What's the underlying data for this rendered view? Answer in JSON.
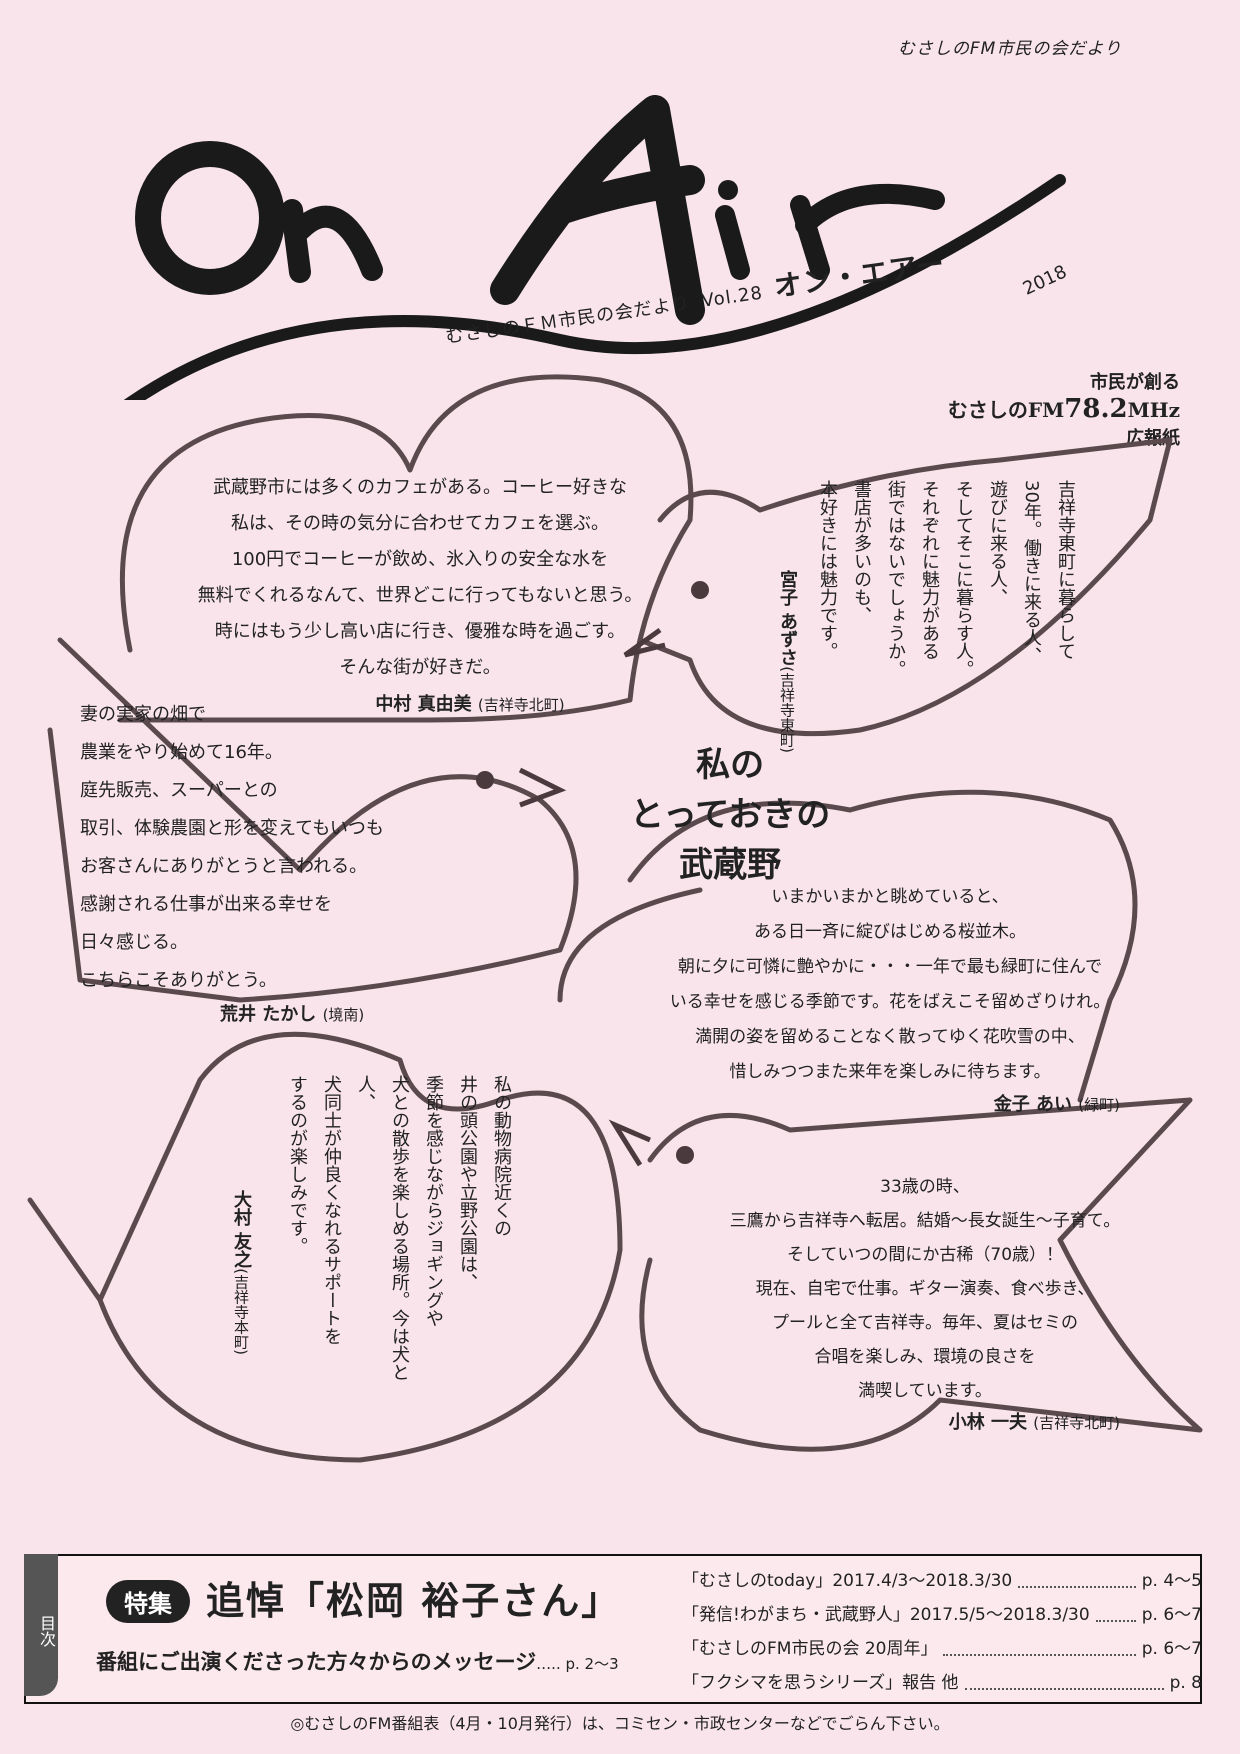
{
  "header": {
    "tagline": "むさしのFM市民の会だより",
    "logo_text": "On Air",
    "subtitle": "むさしのＦＭ市民の会だより",
    "vol": "Vol.28",
    "kana": "オン・エアー",
    "year": "2018"
  },
  "station": {
    "line1": "市民が創る",
    "line2_prefix": "むさしのFM",
    "line2_freq": "78.2",
    "line2_unit": "MHz",
    "line3": "広報紙"
  },
  "feature": {
    "line1": "私の",
    "line2": "とっておきの",
    "line3": "武蔵野"
  },
  "messages": {
    "nakamura": {
      "text": "武蔵野市には多くのカフェがある。コーヒー好きな\n私は、その時の気分に合わせてカフェを選ぶ。\n100円でコーヒーが飲め、氷入りの安全な水を\n無料でくれるなんて、世界どこに行ってもないと思う。\n時にはもう少し高い店に行き、優雅な時を過ごす。\nそんな街が好きだ。",
      "name": "中村 真由美",
      "area": "(吉祥寺北町)"
    },
    "miyako": {
      "text": "吉祥寺東町に暮らして\n30年。働きに来る人、\n遊びに来る人、\nそしてそこに暮らす人。\nそれぞれに魅力がある\n街ではないでしょうか。\n書店が多いのも、\n本好きには魅力です。",
      "name": "宮子 あずさ",
      "area": "(吉祥寺東町)"
    },
    "arai": {
      "text": "妻の実家の畑で\n農業をやり始めて16年。\n庭先販売、スーパーとの\n取引、体験農園と形を変えてもいつも\nお客さんにありがとうと言われる。\n感謝される仕事が出来る幸せを\n日々感じる。\nこちらこそありがとう。",
      "name": "荒井 たかし",
      "area": "(境南)"
    },
    "kaneko": {
      "text": "いまかいまかと眺めていると、\nある日一斉に綻びはじめる桜並木。\n朝に夕に可憐に艶やかに・・・一年で最も緑町に住んで\nいる幸せを感じる季節です。花をばえこそ留めざりけれ。\n満開の姿を留めることなく散ってゆく花吹雪の中、\n惜しみつつまた来年を楽しみに待ちます。",
      "name": "金子 あい",
      "area": "(緑町)"
    },
    "omura": {
      "text": "私の動物病院近くの\n井の頭公園や立野公園は、\n季節を感じながらジョギングや\n犬との散歩を楽しめる場所。今は犬と人、\n犬同士が仲良くなれるサポートを\nするのが楽しみです。",
      "name": "大村 友之",
      "area": "(吉祥寺本町)"
    },
    "kobayashi": {
      "text": "33歳の時、\n三鷹から吉祥寺へ転居。結婚～長女誕生～子育て。\nそしていつの間にか古稀（70歳）！\n現在、自宅で仕事。ギター演奏、食べ歩き、\nプールと全て吉祥寺。毎年、夏はセミの\n合唱を楽しみ、環境の良さを\n満喫しています。",
      "name": "小林 一夫",
      "area": "(吉祥寺北町)"
    }
  },
  "toc": {
    "side_label": "目次",
    "badge": "特集",
    "title": "追悼「松岡 裕子さん」",
    "subtitle": "番組にご出演くださった方々からのメッセージ",
    "subtitle_page": "….. p. 2～3",
    "items": [
      {
        "label": "「むさしのtoday」2017.4/3～2018.3/30",
        "page": "p. 4～5"
      },
      {
        "label": "「発信!わがまち・武蔵野人」2017.5/5～2018.3/30",
        "page": "p. 6～7"
      },
      {
        "label": "「むさしのFM市民の会 20周年」",
        "page": "p. 6～7"
      },
      {
        "label": "「フクシマを思うシリーズ」報告 他",
        "page": "p. 8"
      }
    ]
  },
  "footer": "◎むさしのFM番組表（4月・10月発行）は、コミセン・市政センターなどでごらん下さい。"
}
